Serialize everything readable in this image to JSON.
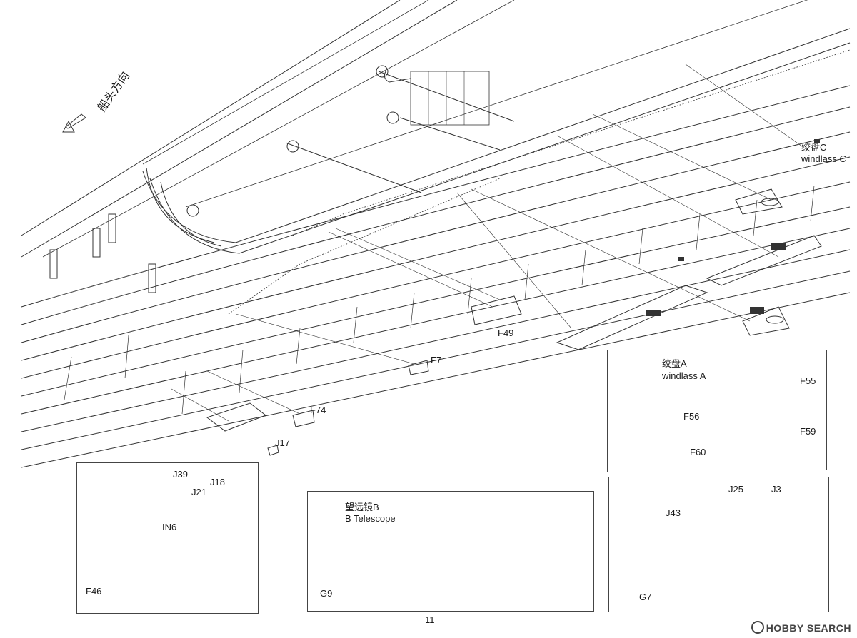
{
  "labels": {
    "bow_direction": "船头方向",
    "windlass_c_cn": "绞盘C",
    "windlass_c_en": "windlass C",
    "f49": "F49",
    "f7": "F7",
    "f74": "F74",
    "j17": "J17",
    "windlass_a_cn": "绞盘A",
    "windlass_a_en": "windlass A",
    "f56": "F56",
    "f60": "F60",
    "f55": "F55",
    "f59": "F59",
    "j39": "J39",
    "j18": "J18",
    "j21": "J21",
    "in6": "IN6",
    "f46": "F46",
    "telescope_cn": "望远镜B",
    "telescope_en": "B  Telescope",
    "g9": "G9",
    "j25": "J25",
    "j3": "J3",
    "j43": "J43",
    "g7": "G7"
  },
  "page_number": "11",
  "watermark": "HOBBY SEARCH",
  "icons": {
    "bow_arrow": "arrow-left-down-icon",
    "flow_arrow": "arrow-right-icon"
  }
}
